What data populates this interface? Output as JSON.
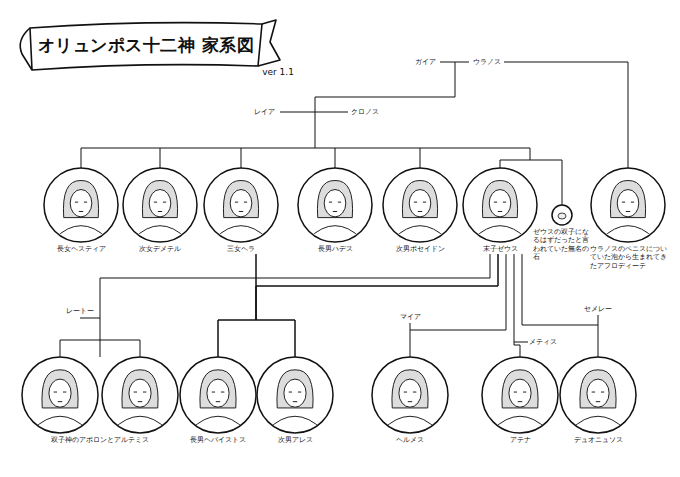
{
  "diagram": {
    "title": "オリュンポス十二神 家系図",
    "nodes": [
      {
        "text": [
          "長女ヘスティア"
        ]
      },
      {
        "text": [
          "次女デメテル"
        ]
      },
      {
        "text": [
          "三女ヘラ"
        ]
      },
      {
        "text": [
          "長男ハデス"
        ]
      },
      {
        "text": [
          "次男ポセイドン"
        ]
      },
      {
        "text": [
          "末子ゼウス"
        ]
      },
      {
        "text": [
          "ゼウスの双子になるはずだったと言われていた無名の石"
        ]
      },
      {
        "text": [
          "ウラノスのペニスについていた泡から生まれてきたアフロディーテ"
        ]
      },
      {
        "text": [
          "双子神のアポロンとアルテミス"
        ]
      },
      {
        "text": [
          "長男ヘパイストス"
        ]
      },
      {
        "text": [
          "次男アレス"
        ]
      },
      {
        "text": [
          "ヘルメス"
        ]
      },
      {
        "text": [
          "アテナ"
        ]
      },
      {
        "text": [
          "デュオニュソス"
        ]
      }
    ],
    "edges": [
      {
        "from": 5,
        "to": 8,
        "arrow": "none"
      },
      {
        "from": 5,
        "to": 9,
        "arrow": "none"
      },
      {
        "from": 5,
        "to": 10,
        "arrow": "none"
      },
      {
        "from": 5,
        "to": 11,
        "arrow": "none"
      },
      {
        "from": 5,
        "to": 12,
        "arrow": "none"
      },
      {
        "from": 5,
        "to": 13,
        "arrow": "none"
      },
      {
        "from": 2,
        "to": 9,
        "arrow": "none"
      },
      {
        "from": 2,
        "to": 10,
        "arrow": "none"
      }
    ],
    "labels": [
      "ver 1.1",
      "ガイア",
      "ウラノス",
      "レイア",
      "クロノス",
      "レートー",
      "マイア",
      "メティス",
      "セメレー"
    ]
  }
}
